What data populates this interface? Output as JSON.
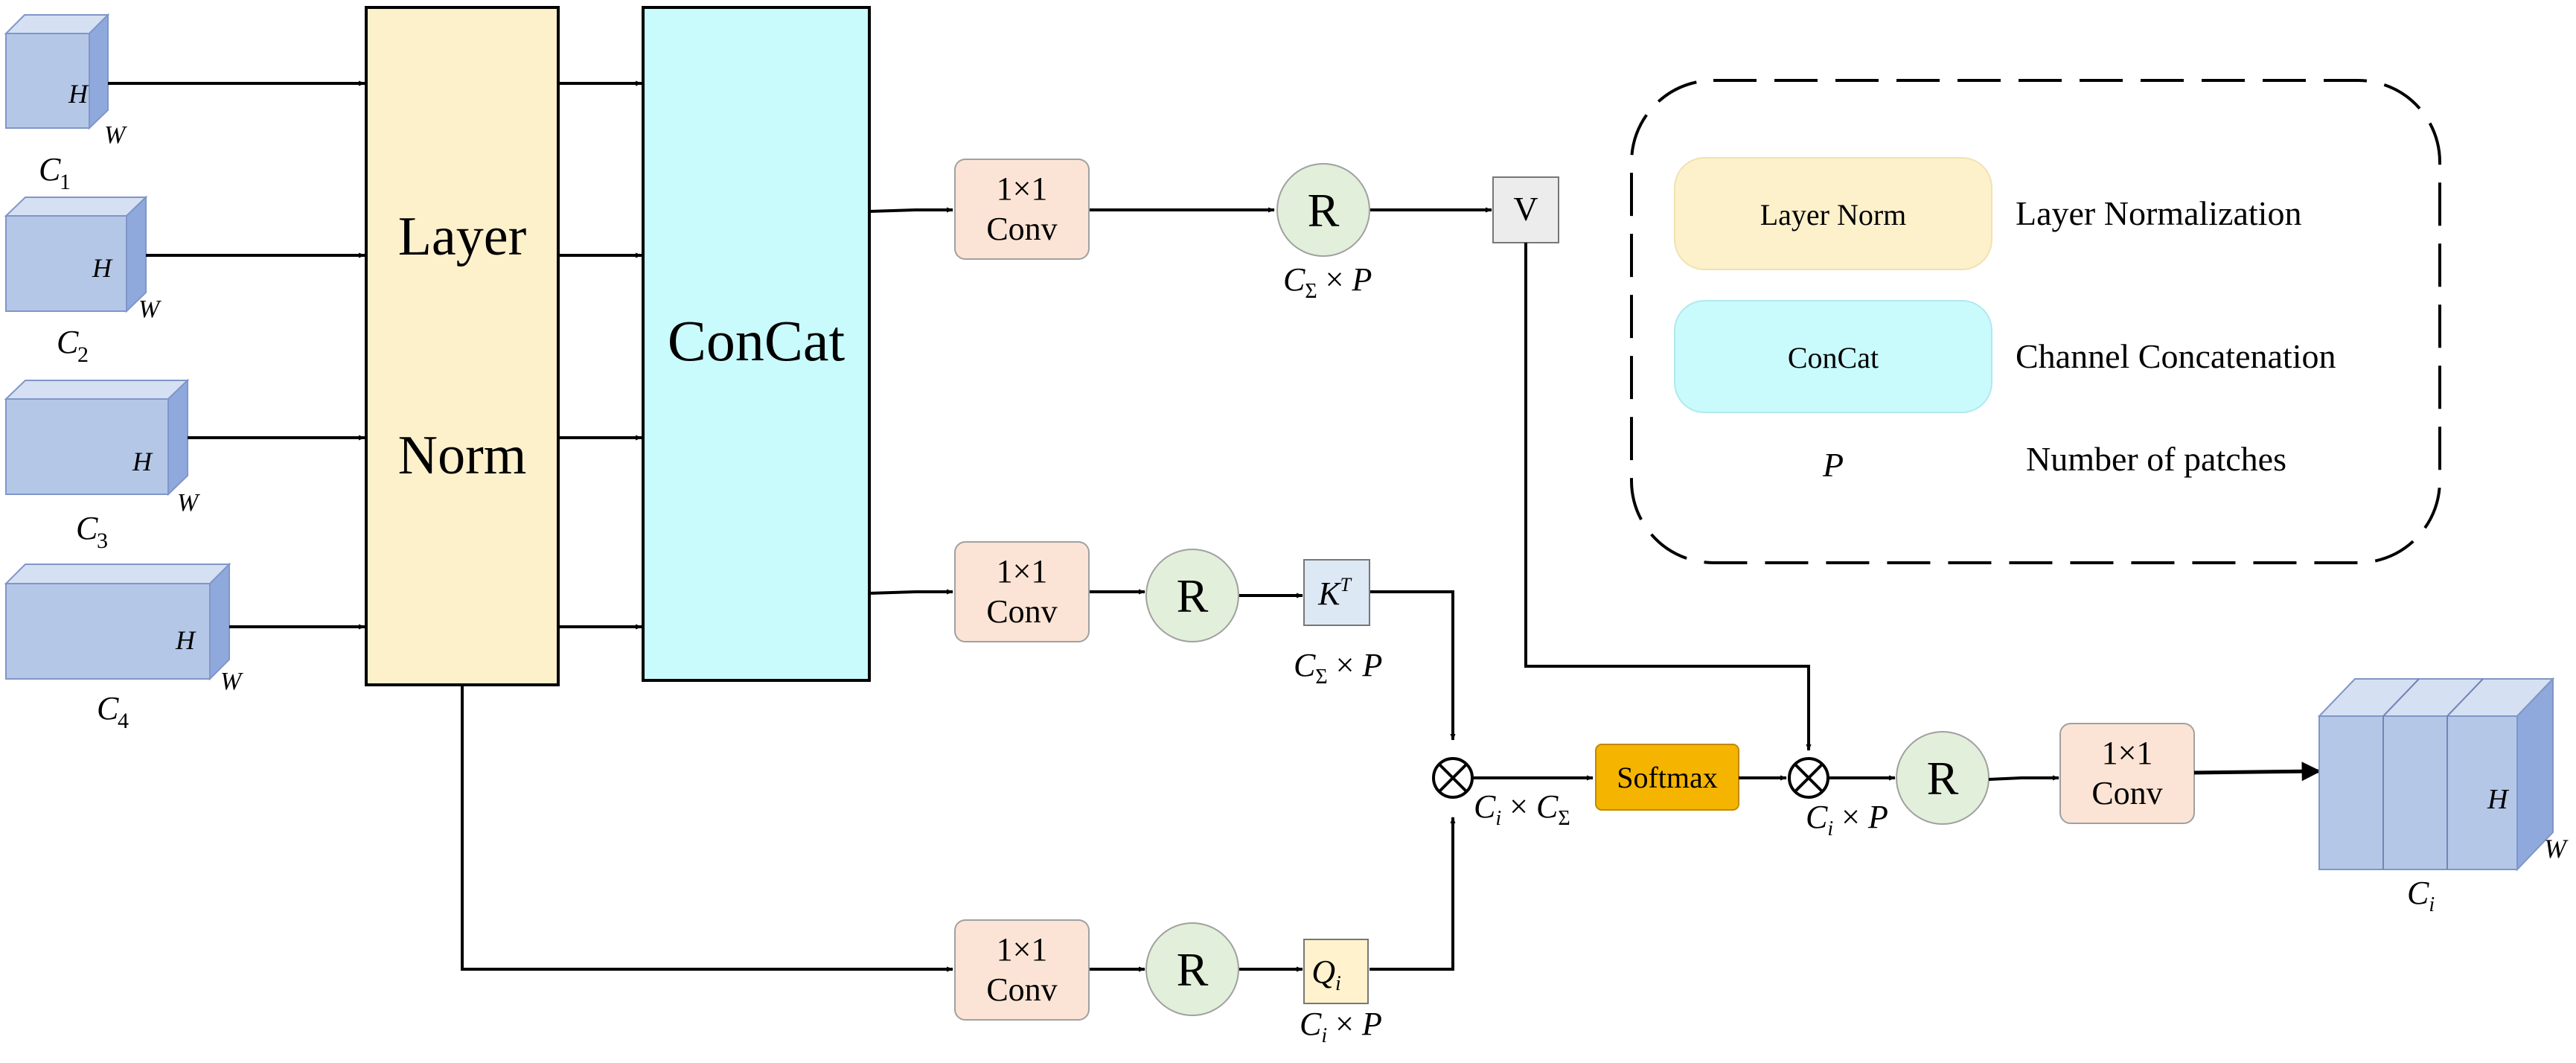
{
  "inputs": {
    "h": "H",
    "w": "W",
    "c1": "C",
    "c1_sub": "1",
    "c2": "C",
    "c2_sub": "2",
    "c3": "C",
    "c3_sub": "3",
    "c4": "C",
    "c4_sub": "4"
  },
  "blocks": {
    "layer_norm_line1": "Layer",
    "layer_norm_line2": "Norm",
    "concat": "ConCat",
    "conv_line1": "1×1",
    "conv_line2": "Conv",
    "reshape": "R",
    "v": "V",
    "k": "K",
    "k_sup": "T",
    "q": "Q",
    "q_sub": "i",
    "softmax": "Softmax",
    "multiply": "⊗"
  },
  "dims": {
    "v_dim": {
      "a": "C",
      "a_sub": "Σ",
      "op": " × ",
      "b": "P"
    },
    "k_dim": {
      "a": "C",
      "a_sub": "Σ",
      "op": " × ",
      "b": "P"
    },
    "q_dim": {
      "a": "C",
      "a_sub": "i",
      "op": " × ",
      "b": "P"
    },
    "attn_dim": {
      "a": "C",
      "a_sub": "i",
      "op": " × ",
      "b": "C",
      "b_sub": "Σ"
    },
    "out_dim": {
      "a": "C",
      "a_sub": "i",
      "op": " × ",
      "b": "P"
    }
  },
  "output": {
    "h": "H",
    "w": "W",
    "c": "C",
    "c_sub": "i"
  },
  "legend": {
    "items": [
      {
        "key": "Layer Norm",
        "desc": "Layer Normalization"
      },
      {
        "key": "ConCat",
        "desc": "Channel Concatenation"
      },
      {
        "key": "P",
        "desc": "Number of patches"
      }
    ]
  },
  "colors": {
    "cube_front": "#b4c7e7",
    "cube_top": "#d5e0f2",
    "cube_side": "#8fa9dc",
    "layer_norm": "#fdf1cc",
    "concat": "#c9fbfd",
    "conv": "#fbe4d5",
    "reshape": "#e2efda",
    "v_box": "#ececec",
    "k_box": "#dde8f5",
    "q_box": "#fff2cc",
    "softmax": "#f4b400"
  }
}
